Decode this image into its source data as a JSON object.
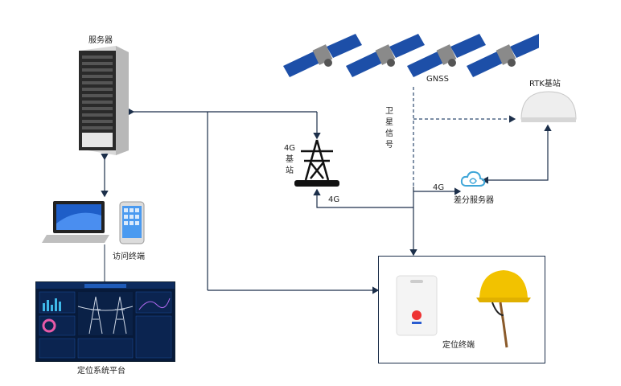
{
  "labels": {
    "server": "服务器",
    "gnss": "GNSS",
    "rtk": "RTK基站",
    "satellite_signal": [
      "卫",
      "星",
      "信",
      "号"
    ],
    "base_station": [
      "4G",
      "基",
      "站"
    ],
    "link_4g_left": "4G",
    "link_4g_right": "4G",
    "diff_server": "差分服务器",
    "access_terminal": "访问终端",
    "platform": "定位系统平台",
    "locator": "定位终端"
  },
  "colors": {
    "line": "#1c2f4a",
    "dashed": "#2d4a6f",
    "cloud": "#3fa6d8",
    "helmet": "#f2c200"
  },
  "icons": [
    "satellite-icon",
    "server-icon",
    "tower-icon",
    "cloud-icon",
    "laptop-icon",
    "phone-icon",
    "rtk-dome-icon",
    "helmet-icon",
    "tracker-icon",
    "dashboard-icon"
  ]
}
